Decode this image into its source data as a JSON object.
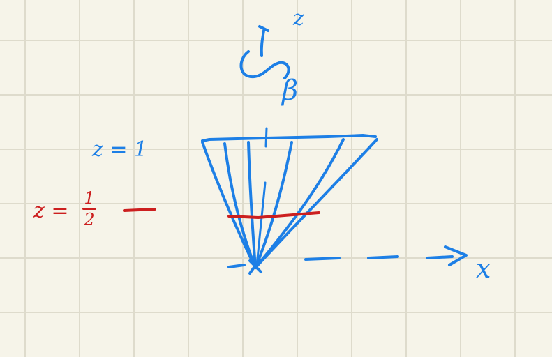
{
  "labels": {
    "z_axis": "z",
    "x_axis": "x",
    "beta": "β",
    "plane_z1": "z = 1",
    "plane_half_lhs": "z =",
    "plane_half_num": "1",
    "plane_half_den": "2"
  },
  "colors": {
    "background": "#f6f4e9",
    "grid": "#dedbcc",
    "ink_blue": "#1d7fe6",
    "ink_red": "#cc1f1f"
  }
}
